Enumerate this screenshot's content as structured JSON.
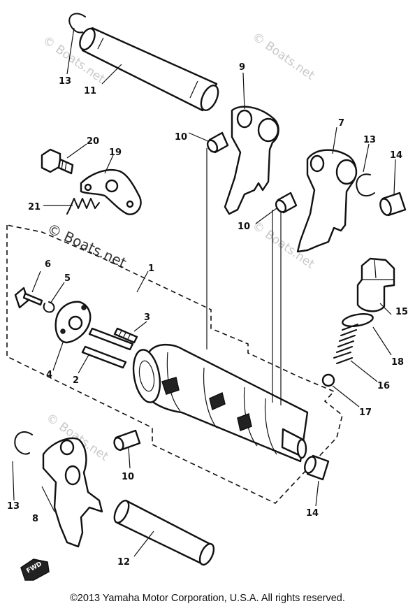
{
  "watermarks": {
    "small": "© Boats.net",
    "main": "© Boats.net"
  },
  "direction_mark": "FWD",
  "copyright": "©2013 Yamaha Motor Corporation, U.S.A. All rights reserved.",
  "callouts": {
    "c1": "1",
    "c2": "2",
    "c3": "3",
    "c4": "4",
    "c5": "5",
    "c6": "6",
    "c7": "7",
    "c8": "8",
    "c9": "9",
    "c10a": "10",
    "c10b": "10",
    "c10c": "10",
    "c11": "11",
    "c12": "12",
    "c13a": "13",
    "c13b": "13",
    "c13c": "13",
    "c14a": "14",
    "c14b": "14",
    "c15": "15",
    "c16": "16",
    "c17": "17",
    "c18": "18",
    "c19": "19",
    "c20": "20",
    "c21": "21"
  }
}
